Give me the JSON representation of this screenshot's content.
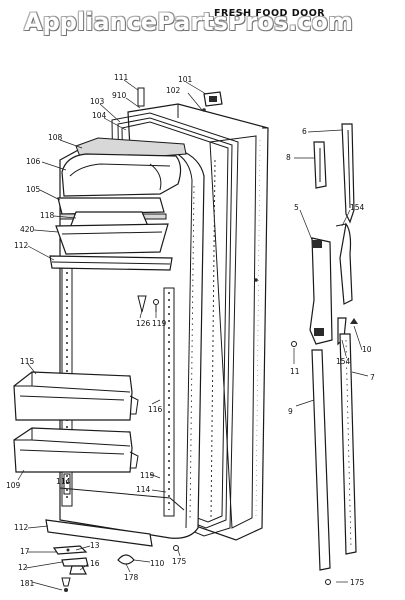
{
  "watermark": "AppliancePartsPros.com",
  "diagram_title": "FRESH FOOD DOOR",
  "labels": {
    "l111": "111",
    "l910": "910",
    "l101": "101",
    "l102": "102",
    "l103": "103",
    "l104": "104",
    "l108": "108",
    "l106": "106",
    "l105": "105",
    "l118": "118",
    "l420": "420",
    "l112a": "112",
    "l126": "126",
    "l119a": "119",
    "l115": "115",
    "l116": "116",
    "l109": "109",
    "l114a": "114",
    "l114b": "114",
    "l119b": "119",
    "l112b": "112",
    "l13": "13",
    "l17": "17",
    "l16": "16",
    "l12": "12",
    "l181": "181",
    "l178": "178",
    "l110": "110",
    "l175a": "175",
    "l6": "6",
    "l8": "8",
    "l5": "5",
    "l154a": "154",
    "l154b": "154",
    "l10": "10",
    "l11": "11",
    "l9": "9",
    "l7": "7",
    "l175b": "175"
  }
}
